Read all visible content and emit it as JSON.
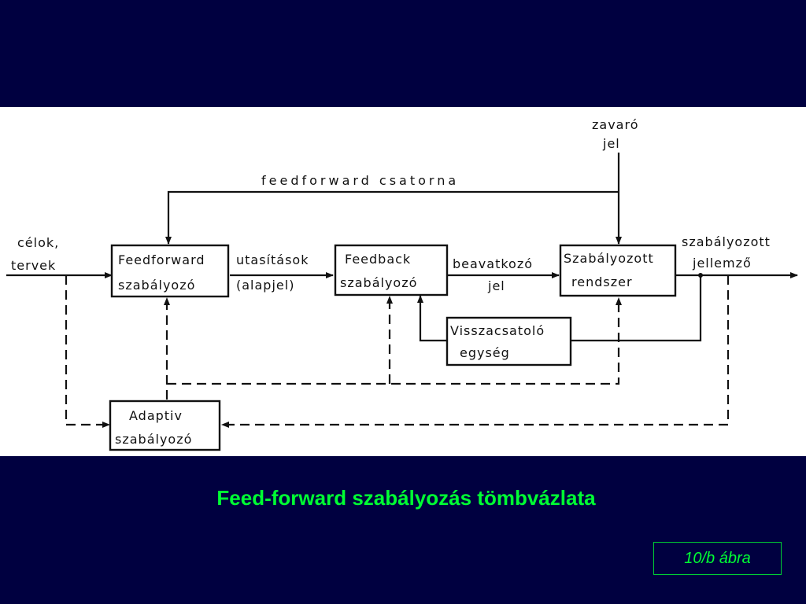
{
  "diagram": {
    "inputs": {
      "goals_line1": "célok,",
      "goals_line2": "tervek",
      "disturbance_line1": "zavaró",
      "disturbance_line2": "jel"
    },
    "channels": {
      "feedforward_channel": "feedforward  csatorna"
    },
    "blocks": {
      "feedforward_controller": {
        "line1": "Feedforward",
        "line2": "szabályozó"
      },
      "feedback_controller": {
        "line1": "Feedback",
        "line2": "szabályozó"
      },
      "controlled_system": {
        "line1": "Szabályozott",
        "line2": "rendszer"
      },
      "feedback_unit": {
        "line1": "Visszacsatoló",
        "line2": "egység"
      },
      "adaptive_controller": {
        "line1": "Adaptiv",
        "line2": "szabályozó"
      }
    },
    "signals": {
      "instructions_line1": "utasítások",
      "instructions_line2": "(alapjel)",
      "actuating_line1": "beavatkozó",
      "actuating_line2": "jel",
      "output_line1": "szabályozott",
      "output_line2": "jellemző"
    }
  },
  "caption": "Feed-forward szabályozás tömbvázlata",
  "figure_label": "10/b ábra",
  "colors": {
    "background": "#000040",
    "caption_text": "#00ff33",
    "diagram_background": "#ffffff",
    "ink": "#111111"
  }
}
